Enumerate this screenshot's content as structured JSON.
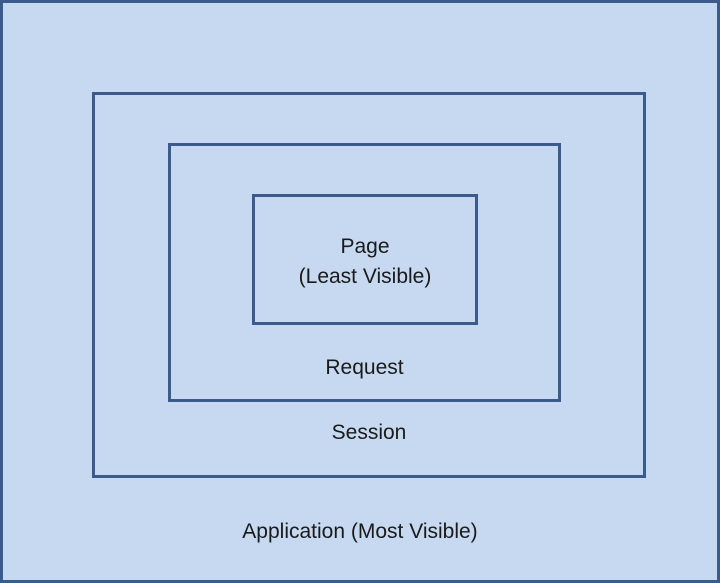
{
  "diagram": {
    "layers": {
      "application": "Application (Most Visible)",
      "session": "Session",
      "request": "Request",
      "page": {
        "line1": "Page",
        "line2": "(Least Visible)"
      }
    }
  }
}
